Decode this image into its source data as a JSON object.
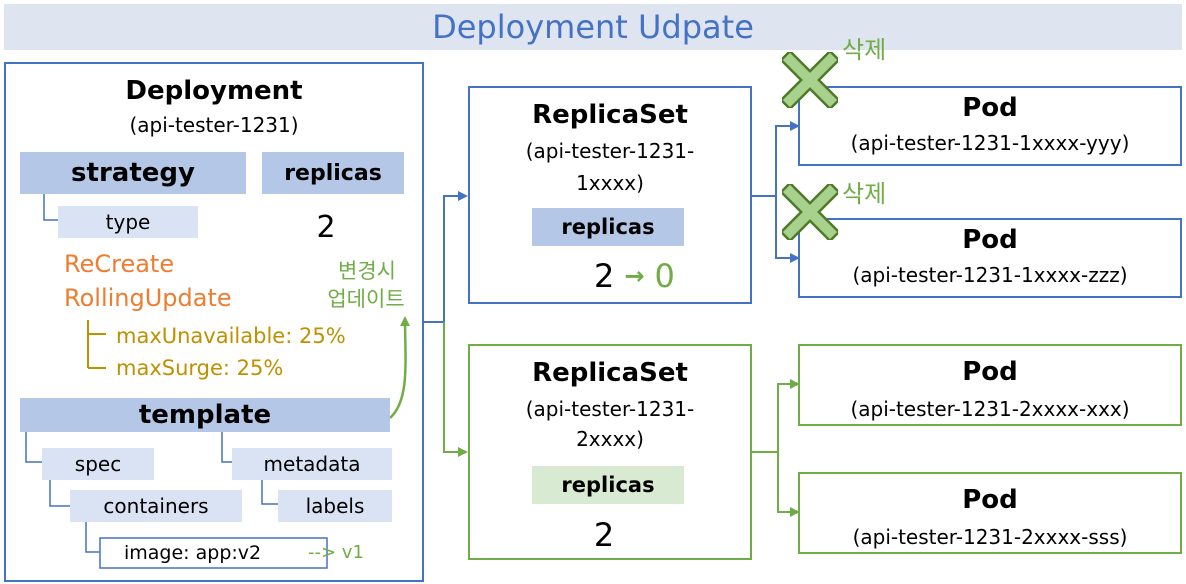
{
  "title": "Deployment Udpate",
  "deployment": {
    "title": "Deployment",
    "name": "(api-tester-1231)",
    "strategy": "strategy",
    "type": "type",
    "type_values": [
      "ReCreate",
      "RollingUpdate"
    ],
    "max_unavailable": "maxUnavailable: 25%",
    "max_surge": "maxSurge: 25%",
    "replicas_label": "replicas",
    "replicas_value": "2",
    "template": "template",
    "spec": "spec",
    "metadata": "metadata",
    "containers": "containers",
    "labels": "labels",
    "image": "image: app:v2",
    "image_change": "--> v1",
    "update_note_line1": "변경시",
    "update_note_line2": "업데이트"
  },
  "replicasets": [
    {
      "title": "ReplicaSet",
      "name_line1": "(api-tester-1231-",
      "name_line2": "1xxxx)",
      "replicas_label": "replicas",
      "replicas_from": "2",
      "arrow": "→",
      "replicas_to": "0"
    },
    {
      "title": "ReplicaSet",
      "name_line1": "(api-tester-1231-",
      "name_line2": "2xxxx)",
      "replicas_label": "replicas",
      "replicas_value": "2"
    }
  ],
  "pods": [
    {
      "title": "Pod",
      "name": "(api-tester-1231-1xxxx-yyy)",
      "delete_label": "삭제"
    },
    {
      "title": "Pod",
      "name": "(api-tester-1231-1xxxx-zzz)",
      "delete_label": "삭제"
    },
    {
      "title": "Pod",
      "name": "(api-tester-1231-2xxxx-xxx)"
    },
    {
      "title": "Pod",
      "name": "(api-tester-1231-2xxxx-sss)"
    }
  ],
  "colors": {
    "blue": "#4472c4",
    "green": "#70ad47",
    "orange": "#ed7d31",
    "gold": "#bf9000",
    "header_blue": "#b4c7e7",
    "label_blue": "#dae3f3",
    "header_green": "#d9ead3"
  },
  "icons": {
    "delete": "x-mark-icon"
  }
}
